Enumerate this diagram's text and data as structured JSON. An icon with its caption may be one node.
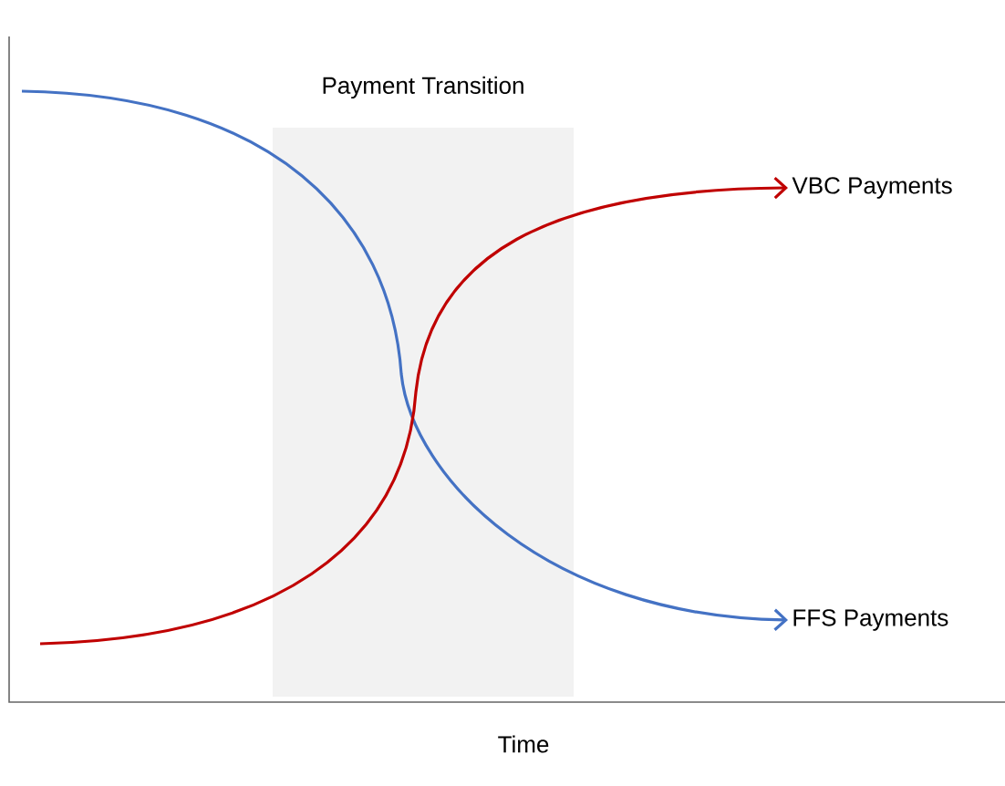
{
  "diagram": {
    "nodes": [
      {
        "text": [
          "Payment Transition"
        ]
      },
      {
        "text": [
          "VBC Payments"
        ]
      },
      {
        "text": [
          "FFS Payments"
        ]
      }
    ],
    "edges": [
      {
        "from": null,
        "to": 2,
        "arrow": "to",
        "color": "#4472c4"
      },
      {
        "from": null,
        "to": 1,
        "arrow": "to",
        "color": "#c00000"
      }
    ],
    "labels": [
      "Time"
    ]
  }
}
